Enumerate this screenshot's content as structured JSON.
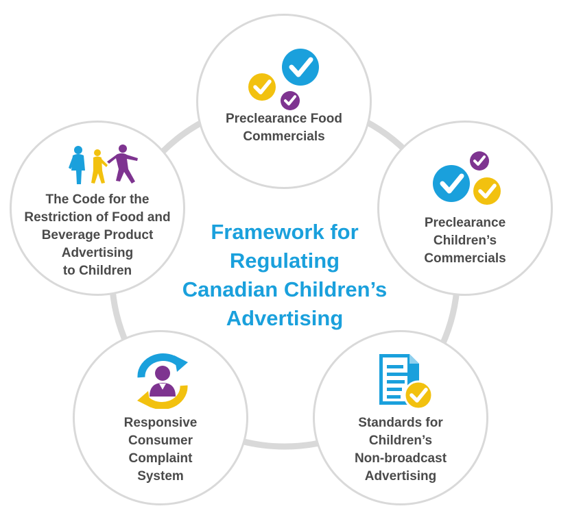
{
  "title": {
    "lines": [
      "Framework for",
      "Regulating",
      "Canadian Children’s",
      "Advertising"
    ]
  },
  "nodes": {
    "food": {
      "lines": [
        "Preclearance Food",
        "Commercials"
      ],
      "icon": "checkmarks-icon"
    },
    "children": {
      "lines": [
        "Preclearance",
        "Children’s",
        "Commercials"
      ],
      "icon": "checkmarks-icon"
    },
    "standards": {
      "lines": [
        "Standards for",
        "Children’s",
        "Non-broadcast",
        "Advertising"
      ],
      "icon": "document-check-icon"
    },
    "complaint": {
      "lines": [
        "Responsive",
        "Consumer",
        "Complaint",
        "System"
      ],
      "icon": "person-cycle-icon"
    },
    "code": {
      "lines": [
        "The Code for the",
        "Restriction of Food and",
        "Beverage Product",
        "Advertising",
        "to Children"
      ],
      "icon": "active-children-icon"
    }
  },
  "colors": {
    "blue": "#1aa0dc",
    "yellow": "#f2c10f",
    "purple": "#7e3490",
    "ring": "#d9d9d9",
    "label": "#4a4a4a"
  }
}
